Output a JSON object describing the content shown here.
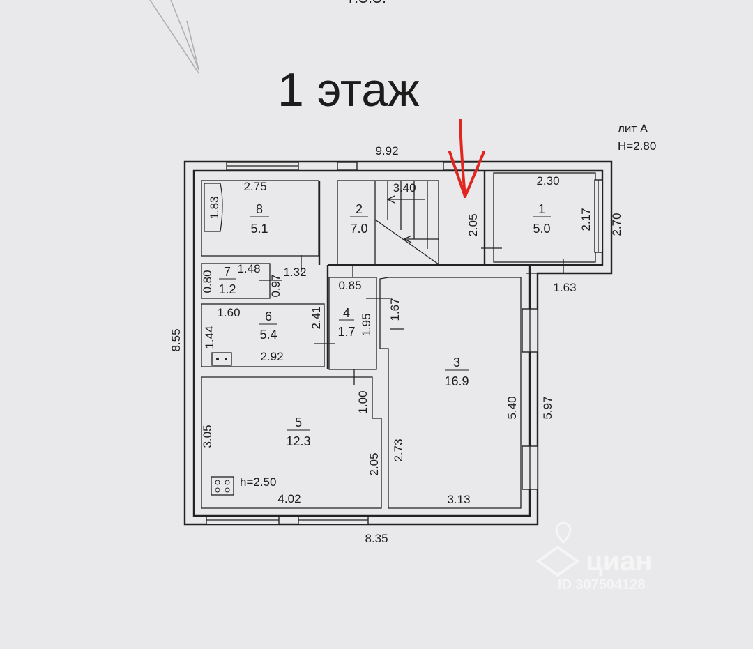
{
  "title": "1 этаж",
  "header_top": "Г.Э.Э.",
  "lit": {
    "label": "лит А",
    "height": "Н=2.80"
  },
  "rooms": [
    {
      "number": "1",
      "area": "5.0"
    },
    {
      "number": "2",
      "area": "7.0"
    },
    {
      "number": "3",
      "area": "16.9"
    },
    {
      "number": "4",
      "area": "1.7"
    },
    {
      "number": "5",
      "area": "12.3"
    },
    {
      "number": "6",
      "area": "5.4"
    },
    {
      "number": "7",
      "area": "1.2"
    },
    {
      "number": "8",
      "area": "5.1"
    }
  ],
  "dims": {
    "top_total": "9.92",
    "left_total": "8.55",
    "bottom_total": "8.35",
    "right_total": "5.97",
    "right_upper": "2.70",
    "r8_w": "2.75",
    "r8_h": "1.83",
    "stair": "3.40",
    "r1_w": "2.30",
    "r1_h": "2.17",
    "corr_h": "2.05",
    "r1_bottom": "1.63",
    "r7_h": "0.80",
    "r7_w": "1.48",
    "r7_side": "0.97",
    "hall_w": "1.32",
    "r4_w": "0.85",
    "r4_h": "1.95",
    "r3_left": "1.67",
    "r6_w": "1.60",
    "r6_h": "1.44",
    "r6_right": "2.41",
    "r6_bottom": "2.92",
    "r5_h": "3.05",
    "r5_w": "4.02",
    "r5_right": "2.05",
    "r5_height": "h=2.50",
    "door": "1.00",
    "r3_h": "5.40",
    "r3_inner": "2.73",
    "r3_w": "3.13"
  },
  "watermark": {
    "brand": "циан",
    "id": "ID 307504128"
  },
  "colors": {
    "arrow": "#e0261f",
    "line": "#222222",
    "paper": "#e9e9eb"
  }
}
